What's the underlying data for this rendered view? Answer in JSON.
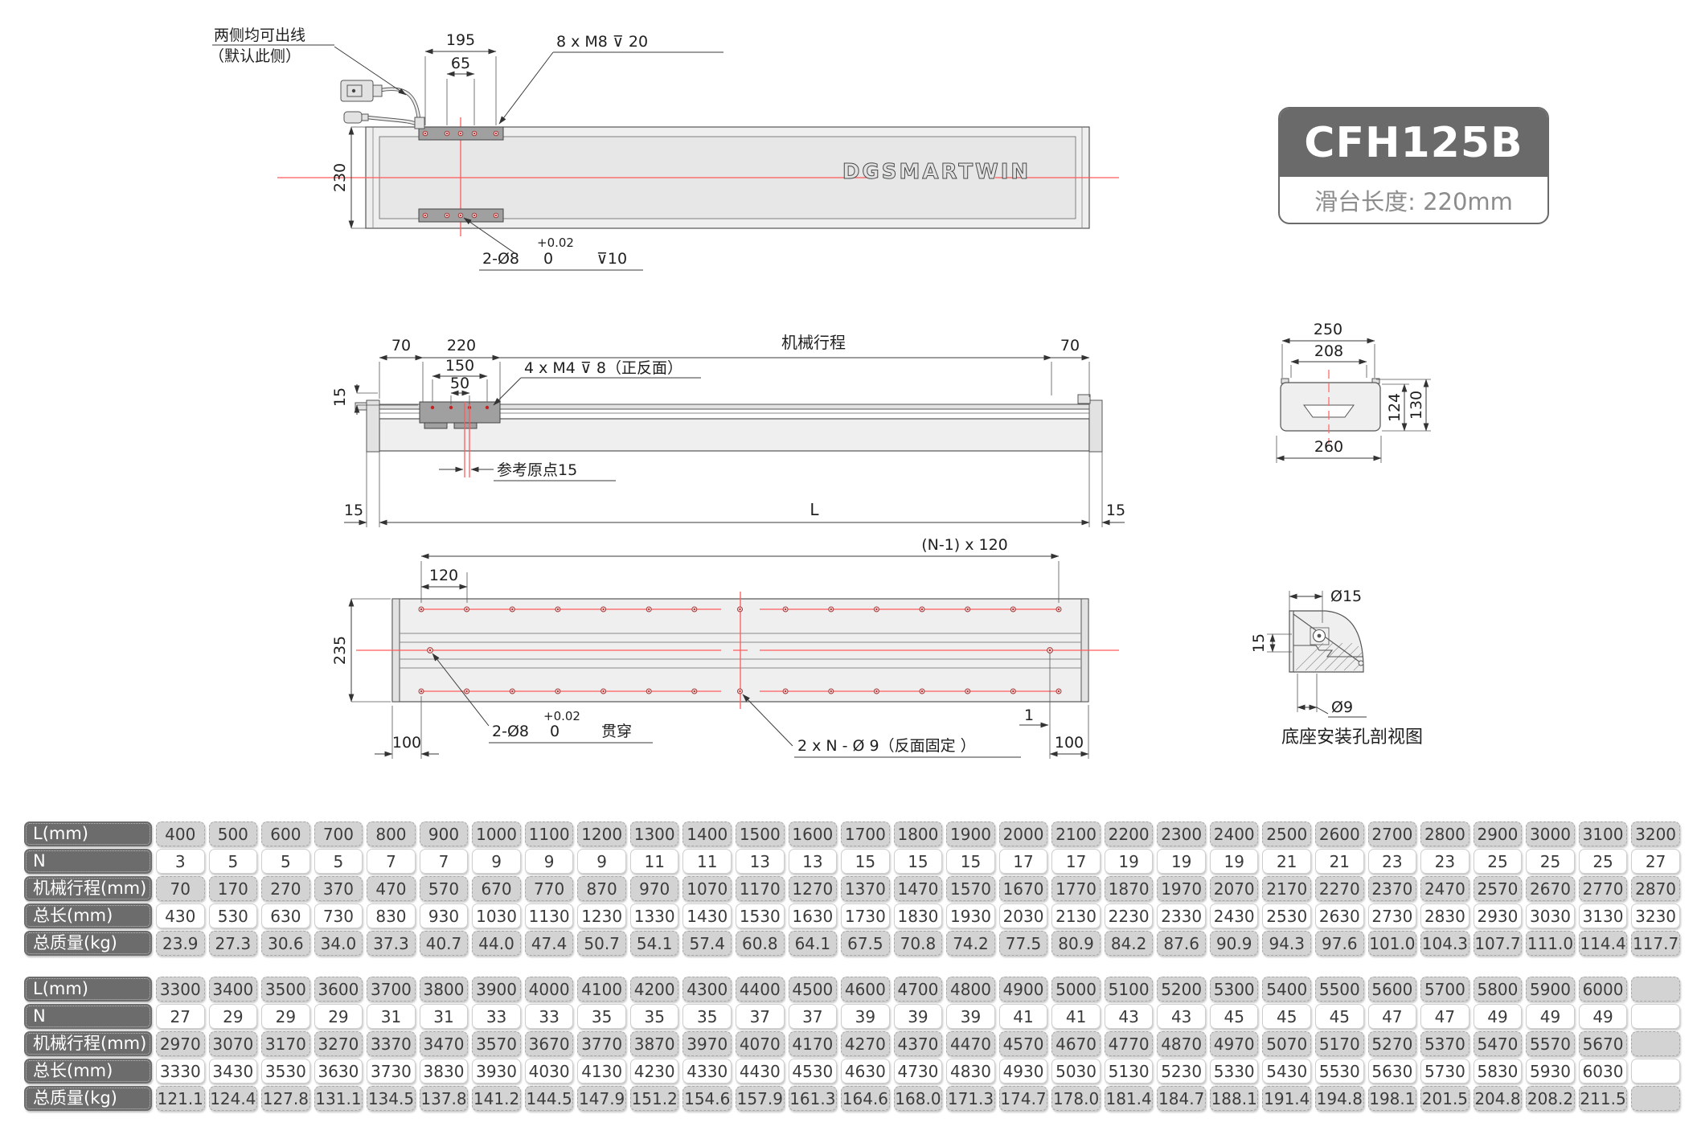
{
  "product": {
    "model": "CFH125B",
    "slide_length_label": "滑台长度: 220mm",
    "logo": "DGSMARTWIN"
  },
  "top_view": {
    "cable_note_1": "两侧均可出线",
    "cable_note_2": "（默认此侧）",
    "dim_width_segment": "195",
    "dim_width_inner": "65",
    "thread_note": "8 x M8  ⊽ 20",
    "dim_height": "230",
    "pin_hole_note": "2-Ø8",
    "pin_hole_tol_upper": "+0.02",
    "pin_hole_tol_lower": "0",
    "pin_hole_depth": "⊽10"
  },
  "side_view": {
    "dim_end_left": "70",
    "dim_slider": "220",
    "stroke_label": "机械行程",
    "dim_end_right": "70",
    "dim_holes_outer": "150",
    "dim_holes_inner": "50",
    "thread_note": "4 x M4 ⊽ 8（正反面）",
    "dim_top_offset": "15",
    "origin_note": "参考原点15",
    "dim_base_left": "15",
    "dim_total": "L",
    "dim_base_right": "15"
  },
  "section_view": {
    "dim_top": "250",
    "dim_top_inner": "208",
    "dim_height_inner": "124",
    "dim_height": "130",
    "dim_bottom": "260"
  },
  "bottom_view": {
    "dim_pitch_total": "(N-1) x 120",
    "dim_pitch": "120",
    "dim_height": "235",
    "dim_left": "100",
    "pin_hole_note": "2-Ø8",
    "pin_hole_tol_upper": "+0.02",
    "pin_hole_tol_lower": "0",
    "pin_hole_through": "贯穿",
    "fix_hole_note": "2 x N - Ø 9（反面固定 ）",
    "dim_offset": "1",
    "dim_right": "100"
  },
  "detail_view": {
    "dim_counterbore": "Ø15",
    "dim_depth": "15",
    "dim_hole": "Ø9",
    "caption": "底座安装孔剖视图"
  },
  "spec_tables": [
    {
      "rows": [
        {
          "label": "L(mm)",
          "values": [
            "400",
            "500",
            "600",
            "700",
            "800",
            "900",
            "1000",
            "1100",
            "1200",
            "1300",
            "1400",
            "1500",
            "1600",
            "1700",
            "1800",
            "1900",
            "2000",
            "2100",
            "2200",
            "2300",
            "2400",
            "2500",
            "2600",
            "2700",
            "2800",
            "2900",
            "3000",
            "3100",
            "3200"
          ]
        },
        {
          "label": "N",
          "values": [
            "3",
            "5",
            "5",
            "5",
            "7",
            "7",
            "9",
            "9",
            "9",
            "11",
            "11",
            "13",
            "13",
            "15",
            "15",
            "15",
            "17",
            "17",
            "19",
            "19",
            "19",
            "21",
            "21",
            "23",
            "23",
            "25",
            "25",
            "25",
            "27"
          ]
        },
        {
          "label": "机械行程(mm)",
          "values": [
            "70",
            "170",
            "270",
            "370",
            "470",
            "570",
            "670",
            "770",
            "870",
            "970",
            "1070",
            "1170",
            "1270",
            "1370",
            "1470",
            "1570",
            "1670",
            "1770",
            "1870",
            "1970",
            "2070",
            "2170",
            "2270",
            "2370",
            "2470",
            "2570",
            "2670",
            "2770",
            "2870"
          ]
        },
        {
          "label": "总长(mm)",
          "values": [
            "430",
            "530",
            "630",
            "730",
            "830",
            "930",
            "1030",
            "1130",
            "1230",
            "1330",
            "1430",
            "1530",
            "1630",
            "1730",
            "1830",
            "1930",
            "2030",
            "2130",
            "2230",
            "2330",
            "2430",
            "2530",
            "2630",
            "2730",
            "2830",
            "2930",
            "3030",
            "3130",
            "3230"
          ]
        },
        {
          "label": "总质量(kg)",
          "values": [
            "23.9",
            "27.3",
            "30.6",
            "34.0",
            "37.3",
            "40.7",
            "44.0",
            "47.4",
            "50.7",
            "54.1",
            "57.4",
            "60.8",
            "64.1",
            "67.5",
            "70.8",
            "74.2",
            "77.5",
            "80.9",
            "84.2",
            "87.6",
            "90.9",
            "94.3",
            "97.6",
            "101.0",
            "104.3",
            "107.7",
            "111.0",
            "114.4",
            "117.7"
          ]
        }
      ]
    },
    {
      "rows": [
        {
          "label": "L(mm)",
          "values": [
            "3300",
            "3400",
            "3500",
            "3600",
            "3700",
            "3800",
            "3900",
            "4000",
            "4100",
            "4200",
            "4300",
            "4400",
            "4500",
            "4600",
            "4700",
            "4800",
            "4900",
            "5000",
            "5100",
            "5200",
            "5300",
            "5400",
            "5500",
            "5600",
            "5700",
            "5800",
            "5900",
            "6000",
            ""
          ]
        },
        {
          "label": "N",
          "values": [
            "27",
            "29",
            "29",
            "29",
            "31",
            "31",
            "33",
            "33",
            "35",
            "35",
            "35",
            "37",
            "37",
            "39",
            "39",
            "39",
            "41",
            "41",
            "43",
            "43",
            "45",
            "45",
            "45",
            "47",
            "47",
            "49",
            "49",
            "49",
            ""
          ]
        },
        {
          "label": "机械行程(mm)",
          "values": [
            "2970",
            "3070",
            "3170",
            "3270",
            "3370",
            "3470",
            "3570",
            "3670",
            "3770",
            "3870",
            "3970",
            "4070",
            "4170",
            "4270",
            "4370",
            "4470",
            "4570",
            "4670",
            "4770",
            "4870",
            "4970",
            "5070",
            "5170",
            "5270",
            "5370",
            "5470",
            "5570",
            "5670",
            ""
          ]
        },
        {
          "label": "总长(mm)",
          "values": [
            "3330",
            "3430",
            "3530",
            "3630",
            "3730",
            "3830",
            "3930",
            "4030",
            "4130",
            "4230",
            "4330",
            "4430",
            "4530",
            "4630",
            "4730",
            "4830",
            "4930",
            "5030",
            "5130",
            "5230",
            "5330",
            "5430",
            "5530",
            "5630",
            "5730",
            "5830",
            "5930",
            "6030",
            ""
          ]
        },
        {
          "label": "总质量(kg)",
          "values": [
            "121.1",
            "124.4",
            "127.8",
            "131.1",
            "134.5",
            "137.8",
            "141.2",
            "144.5",
            "147.9",
            "151.2",
            "154.6",
            "157.9",
            "161.3",
            "164.6",
            "168.0",
            "171.3",
            "174.7",
            "178.0",
            "181.4",
            "184.7",
            "188.1",
            "191.4",
            "194.8",
            "198.1",
            "201.5",
            "204.8",
            "208.2",
            "211.5",
            ""
          ]
        }
      ]
    }
  ]
}
